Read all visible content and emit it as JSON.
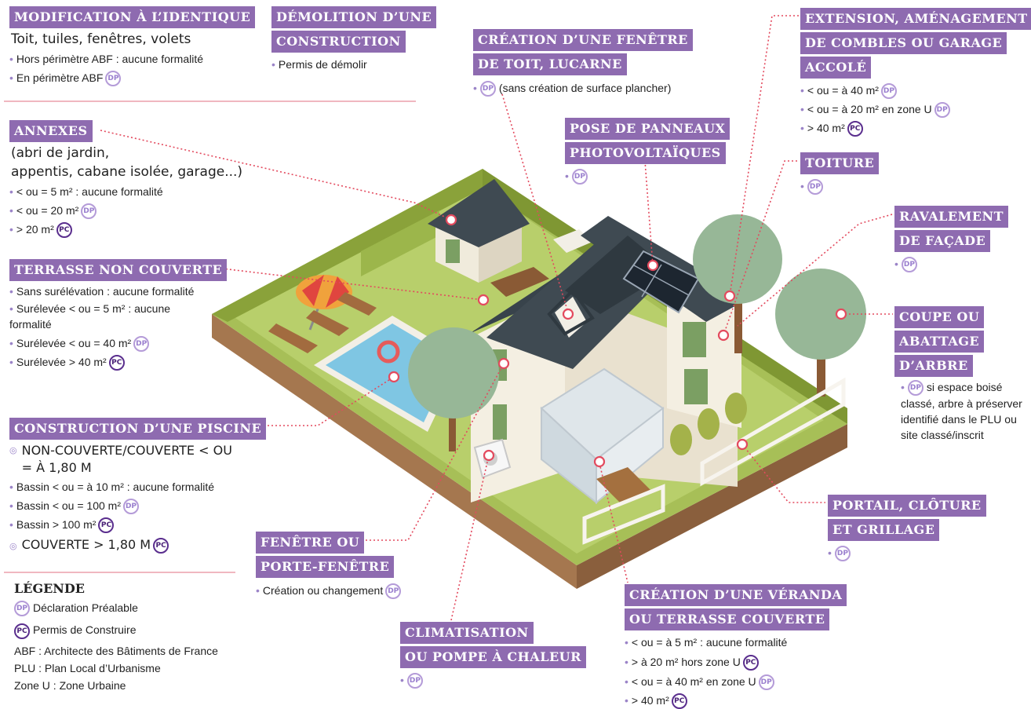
{
  "badges": {
    "dp": "DP",
    "pc": "PC"
  },
  "colors": {
    "title_bg": "#8e6bb0",
    "dp_ring": "#b49bd8",
    "pc_ring": "#5a2e8e",
    "leader": "#e34a5e",
    "lawn": "#9bb84e",
    "roof": "#3f4a52"
  },
  "modification": {
    "title": "MODIFICATION À L’IDENTIQUE",
    "subtitle": "Toit, tuiles, fenêtres, volets",
    "items": [
      "Hors périmètre ABF : aucune formalité",
      "En périmètre ABF"
    ]
  },
  "demolition": {
    "title1": "DÉMOLITION D’UNE",
    "title2": "CONSTRUCTION",
    "items": [
      "Permis de démolir"
    ]
  },
  "fenetre_toit": {
    "title1": "CRÉATION D’UNE FENÊTRE",
    "title2": "DE TOIT, LUCARNE",
    "items": [
      "(sans création de surface plancher)"
    ]
  },
  "extension": {
    "title1": "EXTENSION, AMÉNAGEMENT",
    "title2": "DE COMBLES OU GARAGE",
    "title3": "ACCOLÉ",
    "items": [
      "< ou = à 40 m²",
      "< ou = à 20 m² en zone U",
      "> 40 m²"
    ]
  },
  "annexes": {
    "title": "ANNEXES",
    "subtitle1": "(abri de jardin,",
    "subtitle2": "appentis, cabane isolée, garage...)",
    "items": [
      "< ou = 5 m² : aucune formalité",
      "< ou = 20 m²",
      "> 20 m²"
    ]
  },
  "photovoltaiques": {
    "title1": "POSE DE PANNEAUX",
    "title2": "PHOTOVOLTAÏQUES"
  },
  "toiture": {
    "title": "TOITURE"
  },
  "ravalement": {
    "title1": "RAVALEMENT",
    "title2": "DE FAÇADE"
  },
  "terrasse": {
    "title": "TERRASSE NON COUVERTE",
    "items": [
      "Sans surélévation : aucune formalité",
      "Surélevée < ou = 5 m² : aucune formalité",
      "Surélevée < ou = 40 m²",
      "Surélevée > 40 m²"
    ]
  },
  "coupe": {
    "title1": "COUPE OU",
    "title2": "ABATTAGE",
    "title3": "D’ARBRE",
    "text": "si espace boisé classé, arbre à préserver identifié dans le PLU ou site classé/inscrit"
  },
  "piscine": {
    "title": "CONSTRUCTION D’UNE PISCINE",
    "subhead1": "NON-COUVERTE/COUVERTE < OU = À 1,80 M",
    "items": [
      "Bassin < ou = à 10 m² : aucune formalité",
      "Bassin < ou = 100 m²",
      "Bassin > 100 m²"
    ],
    "subhead2": "COUVERTE > 1,80 M"
  },
  "portail": {
    "title1": "PORTAIL, CLÔTURE",
    "title2": "ET GRILLAGE"
  },
  "fenetre": {
    "title1": "FENÊTRE OU",
    "title2": "PORTE-FENÊTRE",
    "items": [
      "Création ou changement"
    ]
  },
  "veranda": {
    "title1": "CRÉATION D’UNE VÉRANDA",
    "title2": "OU TERRASSE COUVERTE",
    "items": [
      "< ou = à 5 m² : aucune formalité",
      "> à 20 m² hors zone U",
      "< ou = à 40 m² en zone U",
      "> 40 m²"
    ]
  },
  "climatisation": {
    "title1": "CLIMATISATION",
    "title2": "OU POMPE À CHALEUR"
  },
  "legende": {
    "title": "LÉGENDE",
    "dp_label": "Déclaration Préalable",
    "pc_label": "Permis de Construire",
    "abf": "ABF : Architecte des Bâtiments de France",
    "plu": "PLU : Plan Local d’Urbanisme",
    "zone": "Zone U : Zone Urbaine"
  }
}
